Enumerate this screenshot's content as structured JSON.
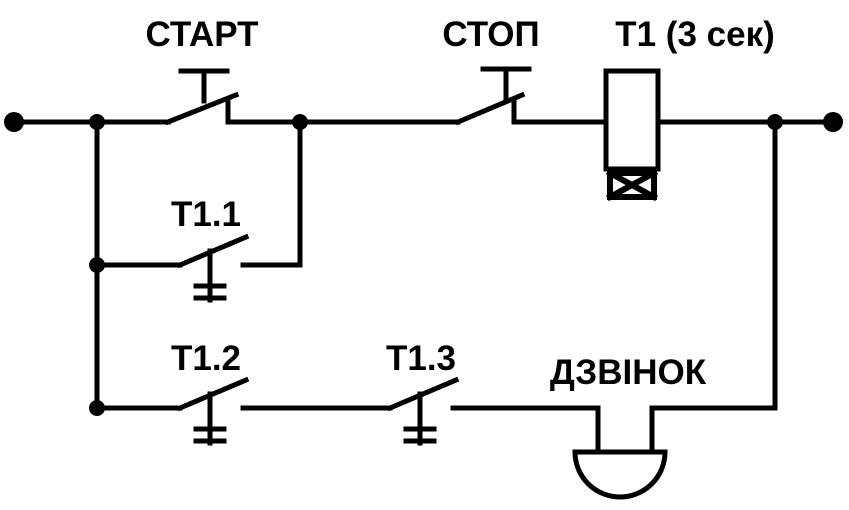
{
  "diagram": {
    "kind": "relay-ladder-schematic",
    "labels": {
      "start_button": "СТАРТ",
      "stop_button": "СТОП",
      "timer_coil": "Т1 (3 сек)",
      "timer_contact_1": "Т1.1",
      "timer_contact_2": "Т1.2",
      "timer_contact_3": "Т1.3",
      "bell": "ДЗВІНОК"
    },
    "colors": {
      "line": "#000000",
      "background": "#ffffff"
    }
  }
}
